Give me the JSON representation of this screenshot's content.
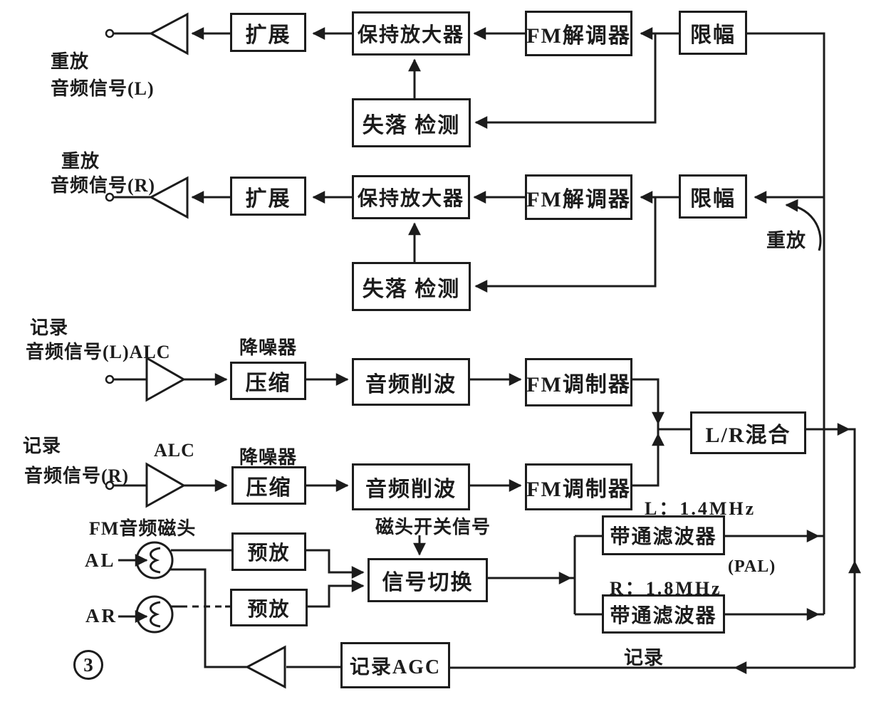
{
  "figure_label": "3",
  "colors": {
    "ink": "#1c1c1c",
    "paper": "#ffffff"
  },
  "io_labels": {
    "playback_l": {
      "line1": "重放",
      "line2": "音频信号(L)"
    },
    "playback_r": {
      "line1": "重放",
      "line2": "音频信号(R)"
    },
    "record_l": {
      "line1": "记录",
      "line2": "音频信号(L)ALC"
    },
    "record_r": {
      "line1": "记录",
      "line2": "音频信号(R)",
      "alc": "ALC"
    }
  },
  "blocks": {
    "expand": "扩展",
    "hold_amp": "保持放大器",
    "fm_demod": "FM解调器",
    "limiter": "限幅",
    "dropout": "失落 检测",
    "compress": "压缩",
    "audio_clip": "音频削波",
    "fm_mod": "FM调制器",
    "lr_mix": "L/R混合",
    "preamp": "预放",
    "signal_switch": "信号切换",
    "bpf": "带通滤波器",
    "record_agc": "记录AGC"
  },
  "annotations": {
    "noise_reducer": "降噪器",
    "fm_audio_head": "FM音频磁头",
    "head_al": "AL",
    "head_ar": "AR",
    "head_switch_signal": "磁头开关信号",
    "bpf_l_freq": "L：1.4MHz",
    "bpf_r_freq": "R：1.8MHz",
    "pal": "(PAL)",
    "playback": "重放",
    "record": "记录"
  }
}
